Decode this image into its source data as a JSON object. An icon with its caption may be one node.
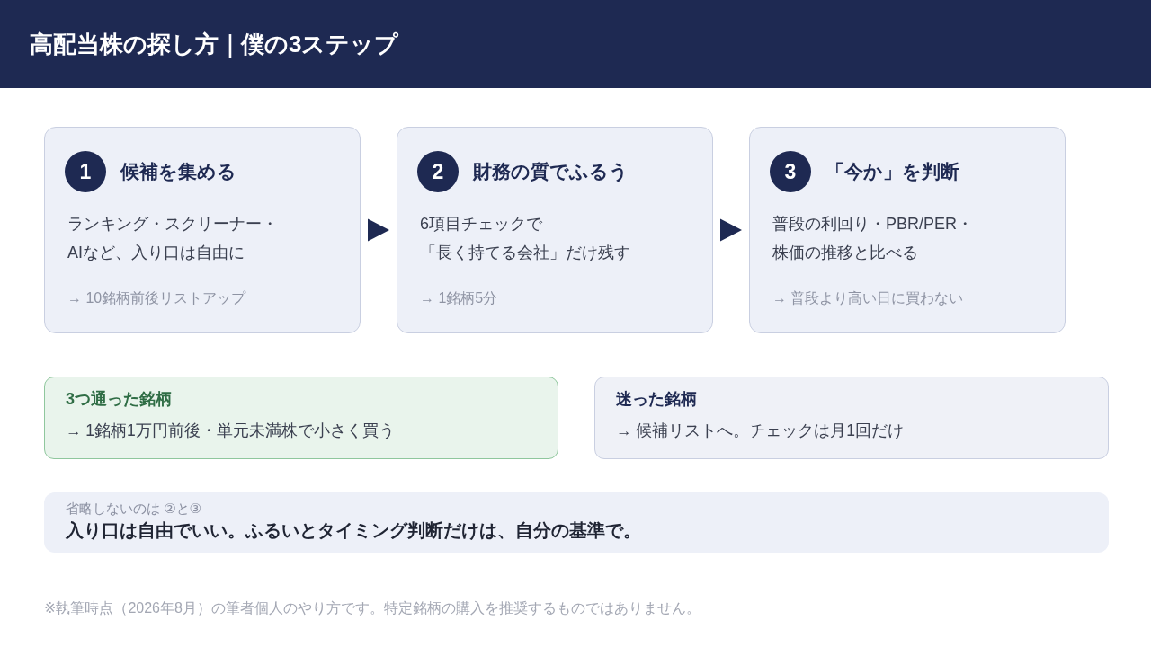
{
  "diagram": {
    "title": "高配当株の探し方｜僕の3ステップ",
    "nodes": [
      {
        "text": [
          "1",
          "候補を集める",
          "ランキング・スクリーナー・AIなど、入り口は自由に",
          "→ 10銘柄前後リストアップ"
        ]
      },
      {
        "text": [
          "2",
          "財務の質でふるう",
          "6項目チェックで「長く持てる会社」だけ残す",
          "→ 1銘柄5分"
        ]
      },
      {
        "text": [
          "3",
          "「今か」を判断",
          "普段の利回り・PBR/PER・株価の推移と比べる",
          "→ 普段より高い日に買わない"
        ]
      },
      {
        "text": [
          "3つ通った銘柄",
          "→ 1銘柄1万円前後・単元未満株で小さく買う"
        ]
      },
      {
        "text": [
          "迷った銘柄",
          "→ 候補リストへ。チェックは月1回だけ"
        ]
      },
      {
        "text": [
          "省略しないのは ②と③",
          "入り口は自由でいい。ふるいとタイミング判断だけは、自分の基準で。"
        ]
      }
    ],
    "edges": [
      {
        "from": 0,
        "to": 1,
        "arrow": "to"
      },
      {
        "from": 1,
        "to": 2,
        "arrow": "to"
      }
    ],
    "labels": [
      "※執筆時点（2026年8月）の筆者個人のやり方です。特定銘柄の購入を推奨するものではありません。"
    ]
  }
}
